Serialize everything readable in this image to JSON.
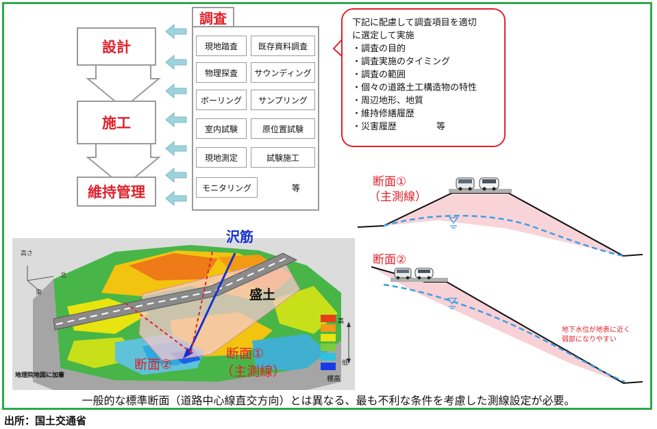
{
  "flow": {
    "design": "設計",
    "construction": "施工",
    "maintenance": "維持管理"
  },
  "survey": {
    "title": "調査",
    "items": [
      "現地踏査",
      "既存資料調査",
      "物理探査",
      "サウンディング",
      "ボーリング",
      "サンプリング",
      "室内試験",
      "原位置試験",
      "現地測定",
      "試験施工",
      "モニタリング"
    ],
    "etc": "等"
  },
  "callout": {
    "intro1": "下記に配慮して調査項目を適切",
    "intro2": "に選定して実施",
    "points": [
      "・調査の目的",
      "・調査実施のタイミング",
      "・調査の範囲",
      "・個々の道路土工構造物の特性",
      "・周辺地形、地質",
      "・維持修繕履歴",
      "・災害履歴"
    ],
    "etc": "等"
  },
  "map": {
    "stream_label": "沢筋",
    "embankment_label": "盛土",
    "section2": "断面②",
    "section1": "断面①",
    "section1_sub": "（主測線）",
    "axis_height": "高さ",
    "axis_north": "北",
    "axis_east": "東",
    "legend_high": "高",
    "legend_low": "低",
    "legend_title": "標高",
    "credit": "地理院地図に加筆"
  },
  "cross_sections": {
    "section1": "断面①",
    "section1_sub": "（主測線）",
    "section2": "断面②",
    "note1": "地下水位が地表に近く",
    "note2": "弱部になりやすい"
  },
  "footer": "一般的な標準断面（道路中心線直交方向）とは異なる、最も不利な条件を考慮した測線設定が必要。",
  "source": "出所：国土交通省",
  "colors": {
    "frame": "#2ea84a",
    "accent_red": "#e0202a",
    "arrow_teal": "#9dd3dc",
    "water_blue": "#3aa0e0",
    "stream_blue": "#1530d0"
  }
}
